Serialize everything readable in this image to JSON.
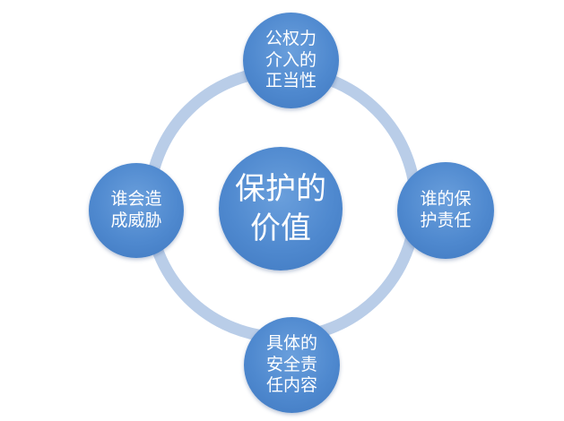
{
  "diagram": {
    "center": {
      "label": "保护的\n价值"
    },
    "nodes": {
      "top": {
        "label": "公权力\n介入的\n正当性"
      },
      "right": {
        "label": "谁的保\n护责任"
      },
      "bottom": {
        "label": "具体的\n安全责\n任内容"
      },
      "left": {
        "label": "谁会造\n成威胁"
      }
    },
    "colors": {
      "node_fill": "#4f89cf",
      "ring": "#b9cde8",
      "text": "#ffffff"
    }
  }
}
